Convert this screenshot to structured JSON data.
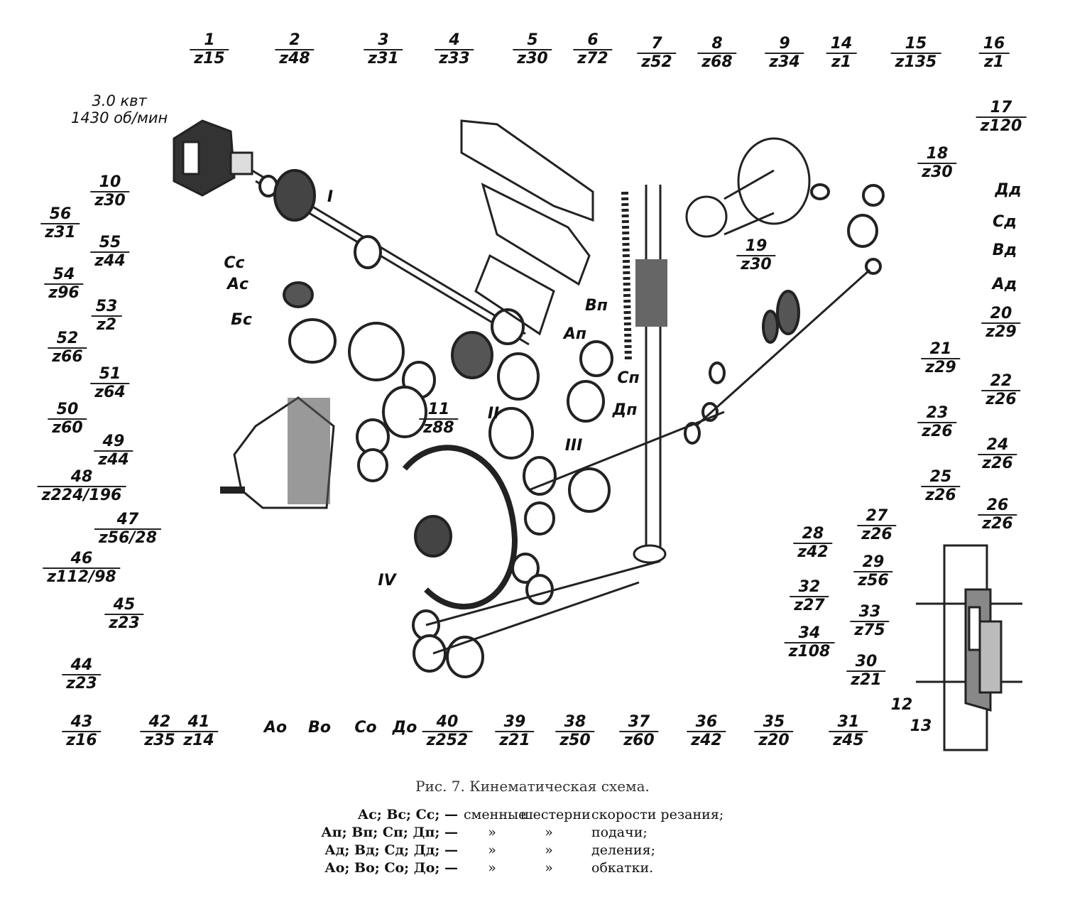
{
  "motor": {
    "power": "3.0 квт",
    "speed": "1430 об/мин"
  },
  "gears": [
    {
      "n": "1",
      "z": "z15"
    },
    {
      "n": "2",
      "z": "z48"
    },
    {
      "n": "3",
      "z": "z31"
    },
    {
      "n": "4",
      "z": "z33"
    },
    {
      "n": "5",
      "z": "z30"
    },
    {
      "n": "6",
      "z": "z72"
    },
    {
      "n": "7",
      "z": "z52"
    },
    {
      "n": "8",
      "z": "z68"
    },
    {
      "n": "9",
      "z": "z34"
    },
    {
      "n": "14",
      "z": "z1"
    },
    {
      "n": "15",
      "z": "z135"
    },
    {
      "n": "16",
      "z": "z1"
    },
    {
      "n": "17",
      "z": "z120"
    },
    {
      "n": "18",
      "z": "z30"
    },
    {
      "n": "19",
      "z": "z30"
    },
    {
      "n": "10",
      "z": "z30"
    },
    {
      "n": "56",
      "z": "z31"
    },
    {
      "n": "55",
      "z": "z44"
    },
    {
      "n": "54",
      "z": "z96"
    },
    {
      "n": "53",
      "z": "z2"
    },
    {
      "n": "52",
      "z": "z66"
    },
    {
      "n": "51",
      "z": "z64"
    },
    {
      "n": "50",
      "z": "z60"
    },
    {
      "n": "49",
      "z": "z44"
    },
    {
      "n": "48",
      "z": "z224/196"
    },
    {
      "n": "47",
      "z": "z56/28"
    },
    {
      "n": "46",
      "z": "z112/98"
    },
    {
      "n": "45",
      "z": "z23"
    },
    {
      "n": "44",
      "z": "z23"
    },
    {
      "n": "43",
      "z": "z16"
    },
    {
      "n": "42",
      "z": "z35"
    },
    {
      "n": "41",
      "z": "z14"
    },
    {
      "n": "40",
      "z": "z252"
    },
    {
      "n": "39",
      "z": "z21"
    },
    {
      "n": "38",
      "z": "z50"
    },
    {
      "n": "37",
      "z": "z60"
    },
    {
      "n": "36",
      "z": "z42"
    },
    {
      "n": "35",
      "z": "z20"
    },
    {
      "n": "31",
      "z": "z45"
    },
    {
      "n": "20",
      "z": "z29"
    },
    {
      "n": "21",
      "z": "z29"
    },
    {
      "n": "22",
      "z": "z26"
    },
    {
      "n": "23",
      "z": "z26"
    },
    {
      "n": "24",
      "z": "z26"
    },
    {
      "n": "25",
      "z": "z26"
    },
    {
      "n": "26",
      "z": "z26"
    },
    {
      "n": "27",
      "z": "z26"
    },
    {
      "n": "28",
      "z": "z42"
    },
    {
      "n": "29",
      "z": "z56"
    },
    {
      "n": "32",
      "z": "z27"
    },
    {
      "n": "33",
      "z": "z75"
    },
    {
      "n": "34",
      "z": "z108"
    },
    {
      "n": "30",
      "z": "z21"
    },
    {
      "n": "11",
      "z": "z88"
    }
  ],
  "labels": [
    "I",
    "II",
    "III",
    "IV",
    "Сс",
    "Ас",
    "Бс",
    "Вп",
    "Ап",
    "Сп",
    "Дп",
    "Дд",
    "Сд",
    "Вд",
    "Ад",
    "Ао",
    "Во",
    "Со",
    "До",
    "12",
    "13"
  ],
  "caption": "Рис. 7. Кинематическая схема.",
  "legend": [
    {
      "keys": "Ас; Вс; Сс; —",
      "q1": "сменные",
      "q2": "шестерни",
      "desc": "скорости резания;"
    },
    {
      "keys": "Ап; Вп; Сп; Дп; —",
      "q1": "»",
      "q2": "»",
      "desc": "подачи;"
    },
    {
      "keys": "Ад; Вд; Сд; Дд; —",
      "q1": "»",
      "q2": "»",
      "desc": "деления;"
    },
    {
      "keys": "Ао; Во; Со; До; —",
      "q1": "»",
      "q2": "»",
      "desc": "обкатки."
    }
  ]
}
